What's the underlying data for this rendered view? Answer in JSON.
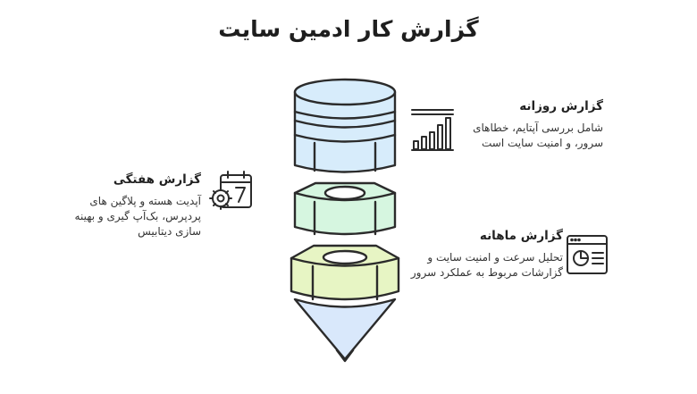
{
  "title": "گزارش کار ادمین سایت",
  "colors": {
    "top_fill": "#d7ecfb",
    "middle_fill": "#d6f6e0",
    "bottom_fill": "#e7f5c4",
    "tip_fill": "#d9e8fb",
    "stroke": "#2b2b2b"
  },
  "items": {
    "daily": {
      "title": "گزارش روزانه",
      "description": "شامل بررسی آپتایم، خطاهای سرور، و امنیت سایت است",
      "icon": "bar-chart-icon"
    },
    "weekly": {
      "title": "گزارش هفتگی",
      "description": "آپدیت هسته و پلاگین های پردپرس، بک‌آپ گیری و بهینه سازی دیتابیس",
      "icon": "calendar-gear-icon"
    },
    "monthly": {
      "title": "گزارش ماهانه",
      "description": "تحلیل سرعت و امنیت سایت و گزارشات مربوط به عملکرد سرور",
      "icon": "browser-report-icon"
    }
  }
}
